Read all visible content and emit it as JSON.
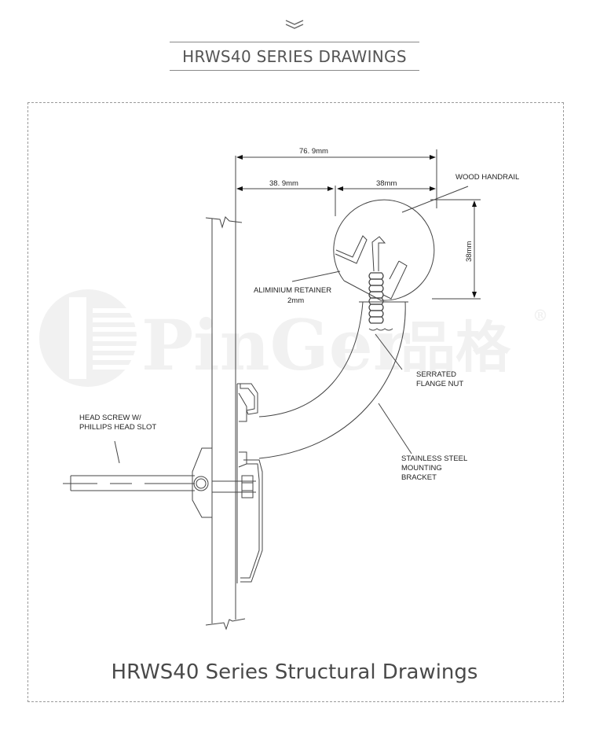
{
  "header": {
    "chevron_icon": "double-chevron-down-icon",
    "title": "HRWS40 SERIES DRAWINGS"
  },
  "watermark": {
    "brand_latin": "PinGer",
    "brand_cjk": "品格",
    "registered_mark": "®"
  },
  "drawing": {
    "dimensions": {
      "overall_width": "76. 9mm",
      "offset_width": "38. 9mm",
      "rail_width": "38mm",
      "rail_height": "38mm"
    },
    "labels": {
      "wood_handrail": "WOOD  HANDRAIL",
      "retainer_line1": "ALIMINIUM  RETAINER",
      "retainer_line2": "2mm",
      "flange_line1": "SERRATED",
      "flange_line2": "FLANGE  NUT",
      "bracket_line1": "STAINLESS  STEEL",
      "bracket_line2": "MOUNTING",
      "bracket_line3": "BRACKET",
      "screw_line1": "HEAD  SCREW  W/",
      "screw_line2": "PHILLIPS  HEAD  SLOT"
    }
  },
  "caption": "HRWS40 Series Structural Drawings"
}
